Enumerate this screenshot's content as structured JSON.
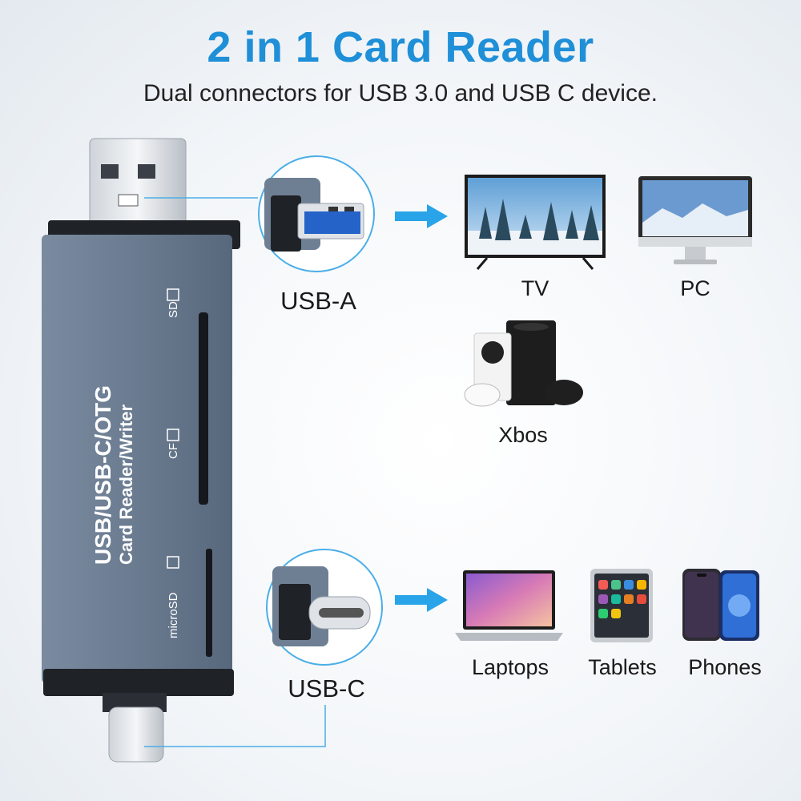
{
  "header": {
    "title": "2 in 1 Card Reader",
    "subtitle": "Dual connectors for USB 3.0 and USB C device."
  },
  "device": {
    "line1": "USB/USB-C/OTG",
    "line2": "Card Reader/Writer",
    "slot_sd": "SD",
    "slot_cf": "CF",
    "slot_microsd": "microSD",
    "color_body": "#6e7f93"
  },
  "connectors": {
    "usb_a": "USB-A",
    "usb_c": "USB-C"
  },
  "devices_usb_a": {
    "tv": "TV",
    "pc": "PC",
    "xbox": "Xbos"
  },
  "devices_usb_c": {
    "laptops": "Laptops",
    "tablets": "Tablets",
    "phones": "Phones"
  },
  "colors": {
    "accent": "#1f8fd8",
    "arrow": "#2aa4e8"
  }
}
